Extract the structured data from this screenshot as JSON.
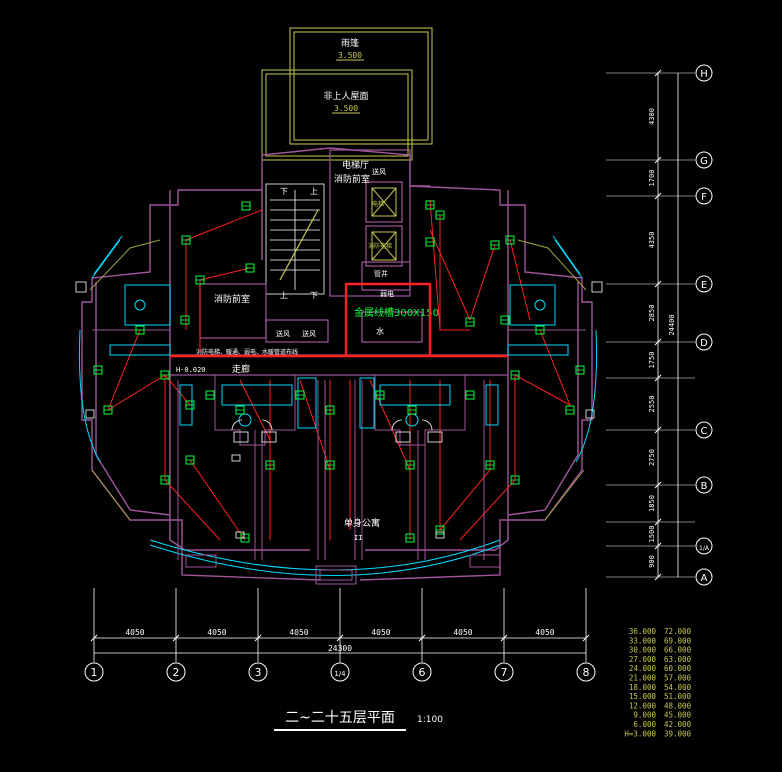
{
  "drawing": {
    "title": "二~二十五层平面",
    "scale": "1:100",
    "rooms": {
      "canopy": "雨篷",
      "canopy_elev": "3.500",
      "roof": "非上人屋面",
      "roof_elev": "3.500",
      "elevator_hall": "电梯厅",
      "fire_lobby_top": "消防前室",
      "fire_lobby_left": "消防前室",
      "corridor": "走廊",
      "elev_mark": "H-0.020",
      "shaft_label": "金属线槽300X150",
      "apartment": "单身公寓",
      "apartment_num": "II",
      "vent": "送风",
      "vent2": "送风",
      "vent3": "送风",
      "elevator": "电梯",
      "fire_elevator": "消防电梯",
      "water": "水",
      "pipe_note": "消防电梯、暖通、弱电、水暖管道布线"
    },
    "grid_columns": [
      "1",
      "2",
      "3",
      "1/4",
      "6",
      "7",
      "8"
    ],
    "col_dims": [
      "4050",
      "4050",
      "4050",
      "4050",
      "4050",
      "4050"
    ],
    "col_total": "24300",
    "grid_rows": [
      "H",
      "G",
      "F",
      "E",
      "D",
      "C",
      "B",
      "1/A",
      "A"
    ],
    "row_dims": [
      "4300",
      "1700",
      "4350",
      "2850",
      "1750",
      "2550",
      "2750",
      "1850",
      "1500",
      "900"
    ],
    "row_total": "24400",
    "elev_table": [
      [
        "36.000",
        "72.000"
      ],
      [
        "33.000",
        "69.000"
      ],
      [
        "30.000",
        "66.000"
      ],
      [
        "27.000",
        "63.000"
      ],
      [
        "24.000",
        "60.000"
      ],
      [
        "21.000",
        "57.000"
      ],
      [
        "18.000",
        "54.000"
      ],
      [
        "15.000",
        "51.000"
      ],
      [
        "12.000",
        "48.000"
      ],
      [
        "9.000",
        "45.000"
      ],
      [
        "6.000",
        "42.000"
      ],
      [
        "H=3.000",
        "39.000"
      ]
    ],
    "colors": {
      "wall": "#a0559b",
      "cyan": "#00d8ff",
      "red": "#ff2020",
      "green": "#00ff3c",
      "yellow": "#c8c850",
      "white": "#ffffff"
    }
  }
}
